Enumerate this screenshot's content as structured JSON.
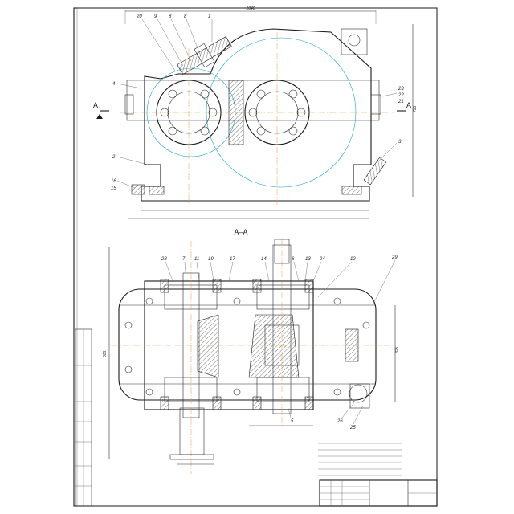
{
  "section": {
    "title": "А–А",
    "cut_mark_left": "А",
    "cut_mark_right": "А"
  },
  "front_view": {
    "callouts": [
      "20",
      "9",
      "8",
      "8",
      "1",
      "4",
      "2",
      "16",
      "15",
      "23",
      "22",
      "21",
      "3"
    ],
    "dim_right": "795",
    "dim_top": "1040"
  },
  "section_view": {
    "callouts": [
      "28",
      "7",
      "11",
      "19",
      "17",
      "14",
      "6",
      "13",
      "24",
      "12",
      "29",
      "26",
      "25",
      "5"
    ],
    "dim_left": "505",
    "dim_right": "325"
  },
  "notes": {
    "title": "",
    "lines": [
      "",
      "",
      "",
      "",
      "",
      "",
      ""
    ]
  },
  "title_block": {
    "designation": "",
    "name": "",
    "sheet": ""
  },
  "side_stamp": {
    "cells": [
      "",
      "",
      "",
      "",
      ""
    ]
  },
  "colors": {
    "line": "#1a1a1a",
    "axis": "#e89a3c",
    "secondary": "#1aa6c8"
  }
}
